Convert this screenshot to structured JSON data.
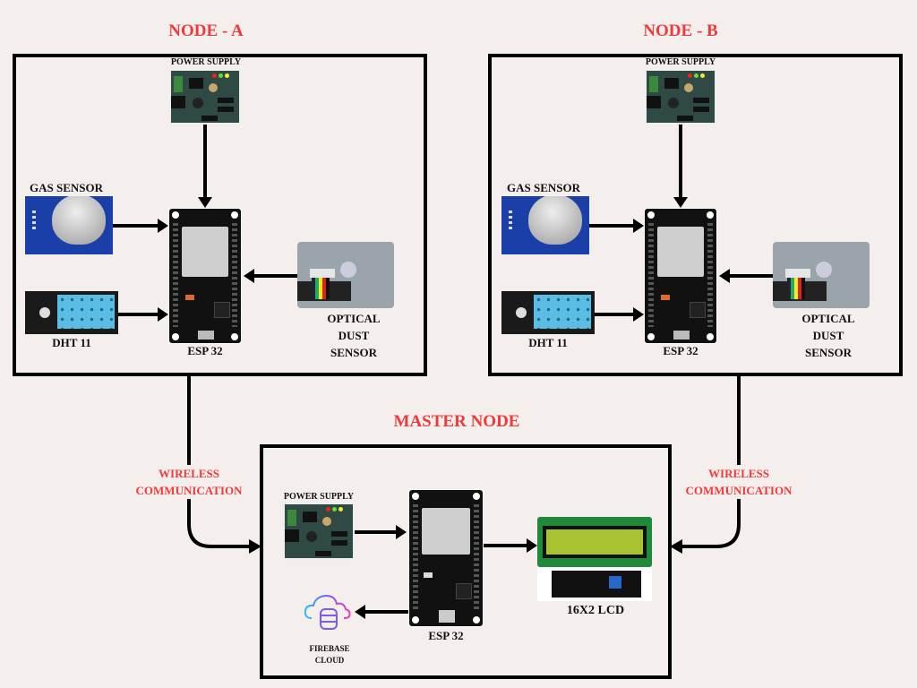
{
  "diagram": {
    "node_a": {
      "title": "NODE - A",
      "power_supply": "POWER SUPPLY",
      "gas_sensor": "GAS SENSOR",
      "dht": "DHT 11",
      "mcu": "ESP 32",
      "dust_sensor": [
        "OPTICAL",
        "DUST",
        "SENSOR"
      ]
    },
    "node_b": {
      "title": "NODE - B",
      "power_supply": "POWER SUPPLY",
      "gas_sensor": "GAS SENSOR",
      "dht": "DHT 11",
      "mcu": "ESP 32",
      "dust_sensor": [
        "OPTICAL",
        "DUST",
        "SENSOR"
      ]
    },
    "master": {
      "title": "MASTER NODE",
      "power_supply": "POWER SUPPLY",
      "mcu": "ESP 32",
      "lcd": "16X2 LCD",
      "cloud": [
        "FIREBASE",
        "CLOUD"
      ]
    },
    "links": {
      "left": [
        "WIRELESS",
        "COMMUNICATION"
      ],
      "right": [
        "WIRELESS",
        "COMMUNICATION"
      ]
    }
  },
  "colors": {
    "background": "#f4efed",
    "title_red": "#f03a3a",
    "line": "#000000"
  }
}
